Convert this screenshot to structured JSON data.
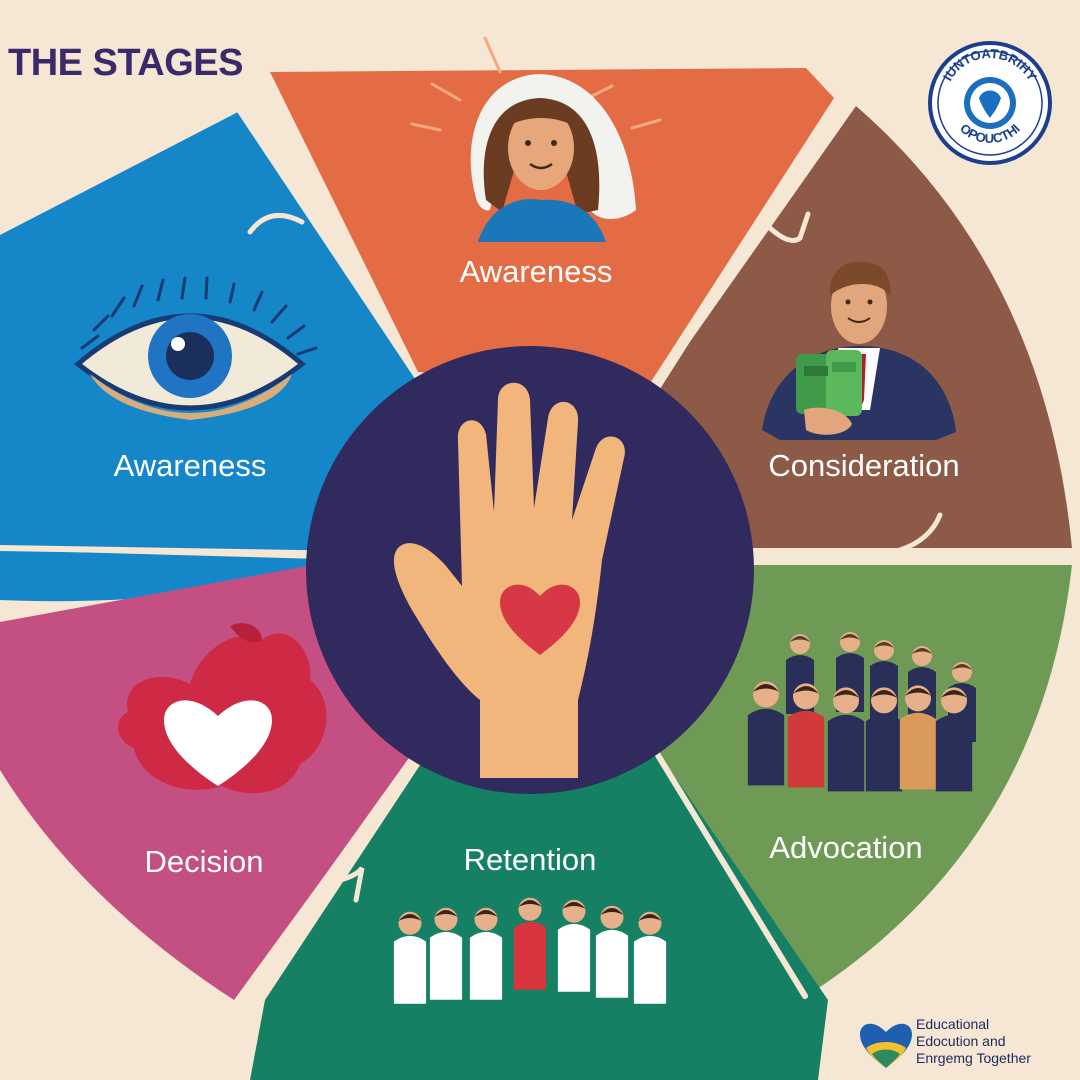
{
  "title": "THE STAGES",
  "segments": [
    {
      "id": "top",
      "label": "Awareness",
      "color": "#e36c45",
      "icon": "woman-with-veil-icon"
    },
    {
      "id": "right",
      "label": "Consideration",
      "color": "#8c5a46",
      "icon": "businessman-with-money-icon"
    },
    {
      "id": "lower-right",
      "label": "Advocation",
      "color": "#6f9a56",
      "icon": "crowd-of-people-icon"
    },
    {
      "id": "bottom",
      "label": "Retention",
      "color": "#158064",
      "icon": "group-of-people-icon"
    },
    {
      "id": "lower-left",
      "label": "Decision",
      "color": "#c44f82",
      "icon": "hand-holding-heart-icon"
    },
    {
      "id": "left",
      "label": "Awareness",
      "color": "#1587c9",
      "icon": "eye-icon"
    }
  ],
  "center": {
    "color": "#302a5e",
    "icon": "open-hand-with-heart-icon"
  },
  "seal": {
    "top_text": "IUNTOATBRIHY",
    "bottom_text": "OPOUCTHI",
    "icon": "globe-seal-icon"
  },
  "brand": {
    "icon": "heart-logo-icon",
    "lines": [
      "Educational",
      "Edocution and",
      "Enrgemg Together"
    ]
  }
}
